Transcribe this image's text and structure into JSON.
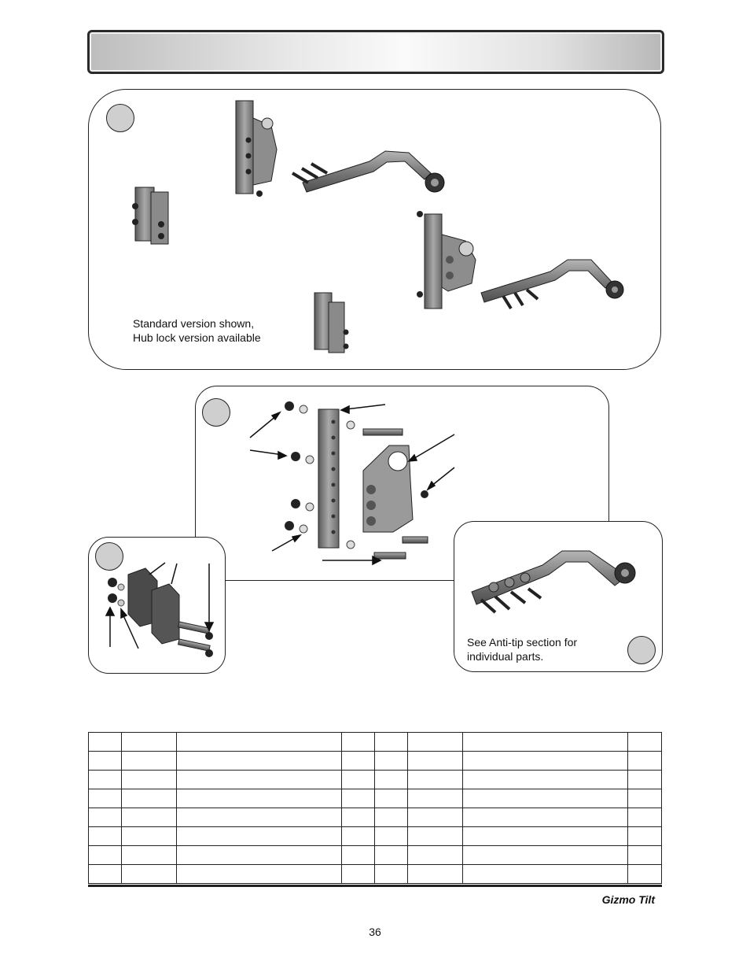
{
  "header": {
    "title": ""
  },
  "panel_a": {
    "caption_line1": "Standard version shown,",
    "caption_line2": "Hub lock version available"
  },
  "panel_d": {
    "caption_line1": "See Anti-tip section for",
    "caption_line2": "individual parts."
  },
  "footer": {
    "brand": "Gizmo Tilt",
    "page_number": "36"
  },
  "parts_table": {
    "rows": [
      [
        "",
        "",
        "",
        "",
        "",
        "",
        "",
        ""
      ],
      [
        "",
        "",
        "",
        "",
        "",
        "",
        "",
        ""
      ],
      [
        "",
        "",
        "",
        "",
        "",
        "",
        "",
        ""
      ],
      [
        "",
        "",
        "",
        "",
        "",
        "",
        "",
        ""
      ],
      [
        "",
        "",
        "",
        "",
        "",
        "",
        "",
        ""
      ],
      [
        "",
        "",
        "",
        "",
        "",
        "",
        "",
        ""
      ],
      [
        "",
        "",
        "",
        "",
        "",
        "",
        "",
        ""
      ],
      [
        "",
        "",
        "",
        "",
        "",
        "",
        "",
        ""
      ]
    ]
  },
  "colors": {
    "badge_fill": "#cfcfcf",
    "part_metal": "#8a8a8a",
    "outline": "#222222"
  }
}
